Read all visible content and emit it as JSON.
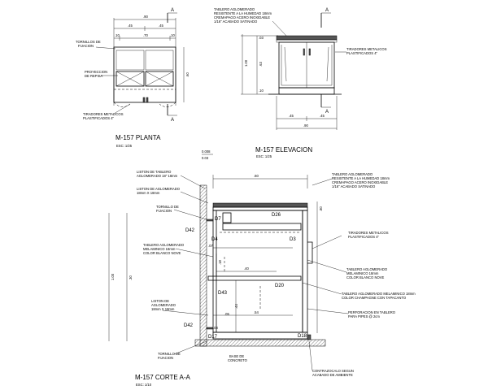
{
  "planta": {
    "title": "M-157 PLANTA",
    "scale": "ESC: 1/25",
    "section_mark": "A",
    "dims": {
      "total": ".90",
      "half_left": ".45",
      "half_right": ".45",
      "sub1": ".10",
      "sub2": ".70",
      "sub3": ".10",
      "depth": ".60"
    },
    "labels": {
      "tornillos": [
        "TORNILLOS DE",
        "FIJACION"
      ],
      "proyeccion": [
        "PROYECCION",
        "DE REPISA"
      ],
      "tiradores": [
        "TIRADORES METALICOS",
        "PLASTIFICADOS 4\""
      ]
    }
  },
  "elevacion": {
    "title": "M-157 ELEVACION",
    "scale": "ESC: 1/25",
    "section_mark": "A",
    "dims": {
      "h1": ".03",
      "h2": ".63",
      "h3": ".10",
      "total_h": "1.00",
      "w_left": ".45",
      "w_right": ".45",
      "w_total": ".90"
    },
    "labels": {
      "tablero": [
        "TABLERO AGLOMERADO",
        "RESISTENTE A LA HUMEDAD 18mm",
        "CREMAPAGO ACERO INOXIDABLE",
        "1/16\" ACABADO SATINADO"
      ],
      "tiradores": [
        "TIRADORES METALICOS",
        "PLASTIFICADOS 4\""
      ]
    }
  },
  "corte": {
    "title": "M-157 CORTE A-A",
    "scale": "ESC: 1/10",
    "dims": {
      "top": ".60",
      "d08": "0.008",
      "d03": "0.03",
      "h_total": "1.00",
      "h_upper": ".18",
      "h_mid": ".44",
      "h_low": ".30",
      "w40": ".40",
      "w07": ".07",
      "w54": ".54",
      "w05": ".05",
      "w03": ".03",
      "right_h": ".80"
    },
    "details": [
      "D26",
      "D7",
      "D3",
      "D42",
      "D4",
      "D43",
      "D20",
      "D42",
      "D17",
      "D18"
    ],
    "labels": {
      "liston_top": [
        "LISTON DE TABLERO",
        "AGLOMERADO 18\" 18mm"
      ],
      "liston_agl": [
        "LISTON DE AGLOMERADO",
        "18mm X 18mm"
      ],
      "tornillo": [
        "TORNILLO DE",
        "FIJACION"
      ],
      "tablero_mel": [
        "TABLERO AGLOMERADO",
        "MELAMINICO 18mm",
        "COLOR BLANCO NOVE"
      ],
      "liston_low": [
        "LISTON DE",
        "AGLOMERADO",
        "18mm X 18mm"
      ],
      "tornillo_low": [
        "TORNILLO DE",
        "FIJACION"
      ],
      "tablero_top": [
        "TABLERO AGLOMERADO",
        "RESISTENTE A LA HUMEDAD 18mm",
        "CREMAPAGO ACERO INOXIDABLE",
        "1/16\" ACABADO SATINADO"
      ],
      "tiradores": [
        "TIRADORES METALICOS",
        "PLASTIFICADOS 4\""
      ],
      "tablero_right": [
        "TABLERO AGLOMERADO",
        "MELAMINICO 18mm",
        "COLOR BLANCO NOVE"
      ],
      "tablero_right2": [
        "TABLERO AGLOMERADO MELAMINICO 18mm",
        "COLOR CHAMPAGNE CON TAPACANTO"
      ],
      "perforacion": [
        "PERFORACION EN TABLERO",
        "PARA PIPES @ 2cm"
      ],
      "base": [
        "BASE DE",
        "CONCRETO"
      ],
      "contrazocalo": [
        "CONTRAZOCALO SEGUN",
        "ACABADO DE AMBIENTE"
      ]
    }
  }
}
